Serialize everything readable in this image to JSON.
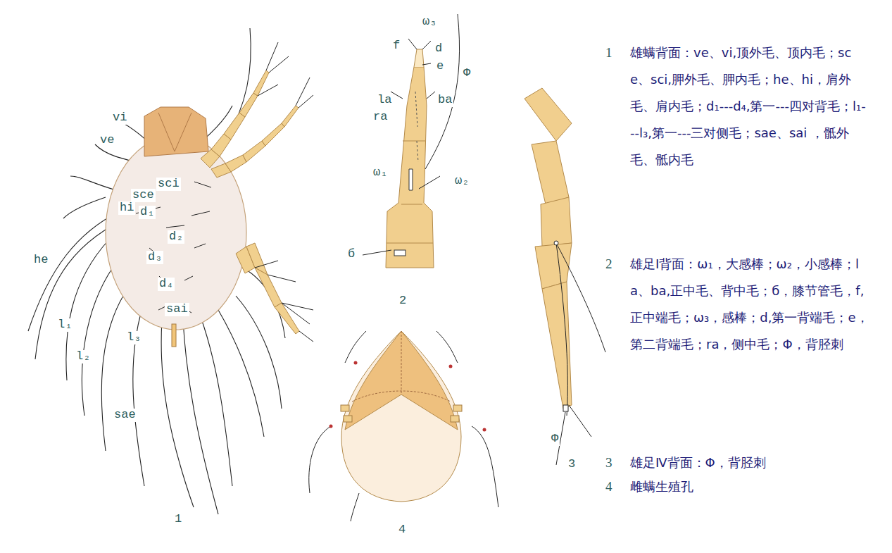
{
  "diagram": {
    "labels": [
      "vi",
      "ve",
      "sci",
      "sce",
      "hi",
      "d₁",
      "d₂",
      "he",
      "d₃",
      "d₄",
      "sai",
      "l₁",
      "l₃",
      "l₂",
      "sae",
      "1",
      "ω₃",
      "f",
      "d",
      "e",
      "Φ",
      "la",
      "ba",
      "ra",
      "ω₁",
      "ω₂",
      "б",
      "2",
      "Φ",
      "3",
      "4",
      "1",
      "雄螨背面：ve、vi,顶外毛、顶内毛；sce、sci,胛外毛、胛内毛；he、hi，肩外毛、肩内毛；d₁---d₄,第一---四对背毛；l₁---l₃,第一---三对侧毛；sae、sai ，骶外毛、骶内毛",
      "2",
      "雄足Ⅰ背面：ω₁，大感棒；ω₂，小感棒；la、ba,正中毛、背中毛；б，膝节管毛，f,正中端毛；ω₃，感棒；d,第一背端毛；e，第二背端毛；ra，侧中毛；Φ，背胫刺",
      "3",
      "雄足Ⅳ背面：Φ，背胫刺",
      "4",
      "雌螨生殖孔"
    ]
  }
}
